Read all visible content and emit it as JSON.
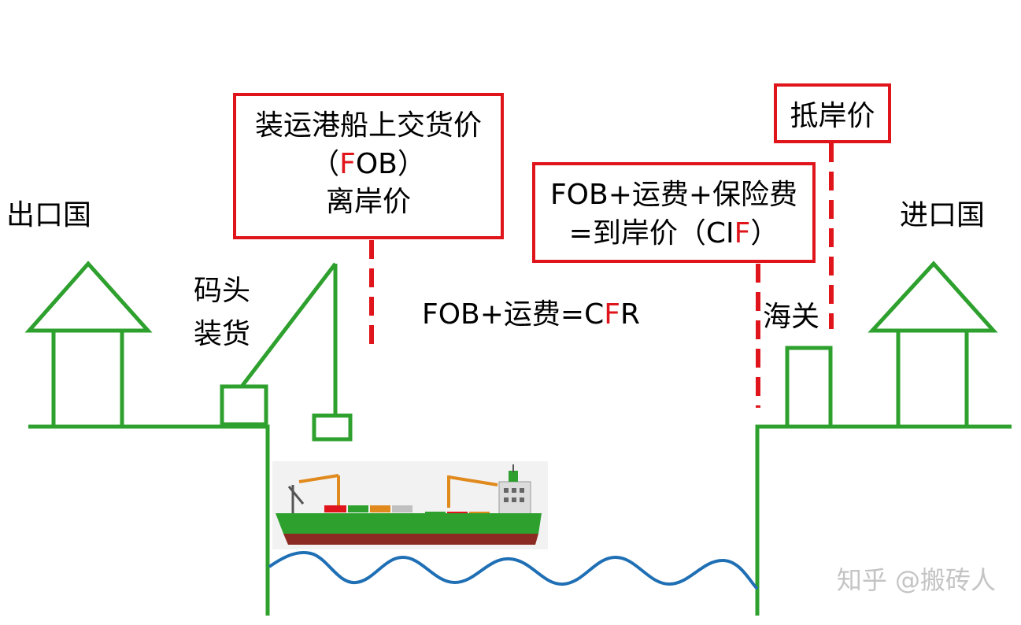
{
  "labels": {
    "export_country": "出口国",
    "import_country": "进口国",
    "wharf_line1": "码头",
    "wharf_line2": "装货",
    "customs": "海关",
    "cfr_formula_prefix": "FOB+运费=C",
    "cfr_formula_red": "F",
    "cfr_formula_suffix": "R"
  },
  "fob_box": {
    "line1": "装运港船上交货价",
    "line2_open": "（",
    "line2_red": "F",
    "line2_rest": "OB）",
    "line3": "离岸价"
  },
  "cif_box": {
    "line1": "FOB+运费+保险费",
    "line2_prefix": "=到岸价（CI",
    "line2_red": "F",
    "line2_suffix": "）"
  },
  "landed_box": {
    "label": "抵岸价"
  },
  "watermark": "知乎 @搬砖人",
  "colors": {
    "structure_green": "#2ea02e",
    "highlight_red": "#e0151b",
    "water_blue": "#1f6fb5"
  }
}
